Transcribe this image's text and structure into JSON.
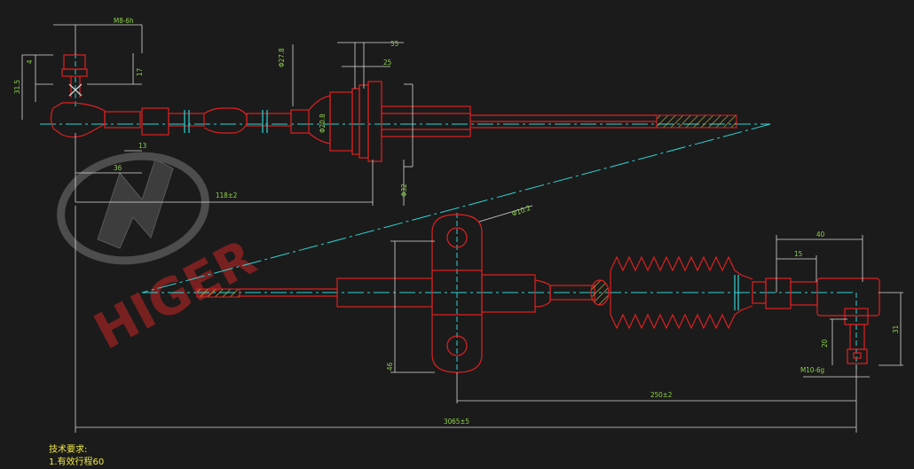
{
  "colors": {
    "background": "#1b1b1b",
    "outline": "#e02020",
    "centerline": "#2fd3d3",
    "dimension_text": "#8fd14f",
    "extension": "#d8d8d8",
    "hatch": "#d8c24a",
    "note": "#f2e94a",
    "logo": "#7a7a7a",
    "watermark": "#8a2222"
  },
  "logo": {
    "brand": "HIGER"
  },
  "dimensions": {
    "thread_top": "M8-6h",
    "len_55": "55",
    "dia_27_8": "Φ27.8",
    "len_25": "25",
    "len_4": "4",
    "len_17": "17",
    "len_31_5": "31.5",
    "dia_20_8": "Φ20.8",
    "len_13": "13",
    "len_36": "36",
    "len_118": "118±2",
    "dia_32": "Φ32",
    "dia_10_2": "Φ10.2",
    "len_40": "40",
    "len_15": "15",
    "len_20": "20",
    "len_31": "31",
    "thread_bottom": "M10-6g",
    "len_46": "46",
    "len_250": "250±2",
    "len_total": "3065±5"
  },
  "notes": {
    "title": "技术要求:",
    "line1": "1.有效行程60"
  }
}
